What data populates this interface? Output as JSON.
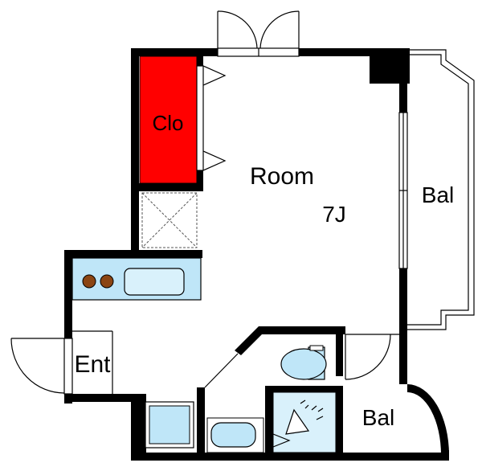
{
  "labels": {
    "closet": "Clo",
    "room": "Room",
    "room_size": "7J",
    "balcony_east": "Bal",
    "entrance": "Ent",
    "balcony_south": "Bal"
  },
  "colors": {
    "wall": "#000000",
    "closet_fill": "#ff0000",
    "fixture_fill": "#bfe6f8",
    "fixture_light": "#d9f1fb",
    "burner": "#8b4513",
    "background": "#ffffff"
  }
}
